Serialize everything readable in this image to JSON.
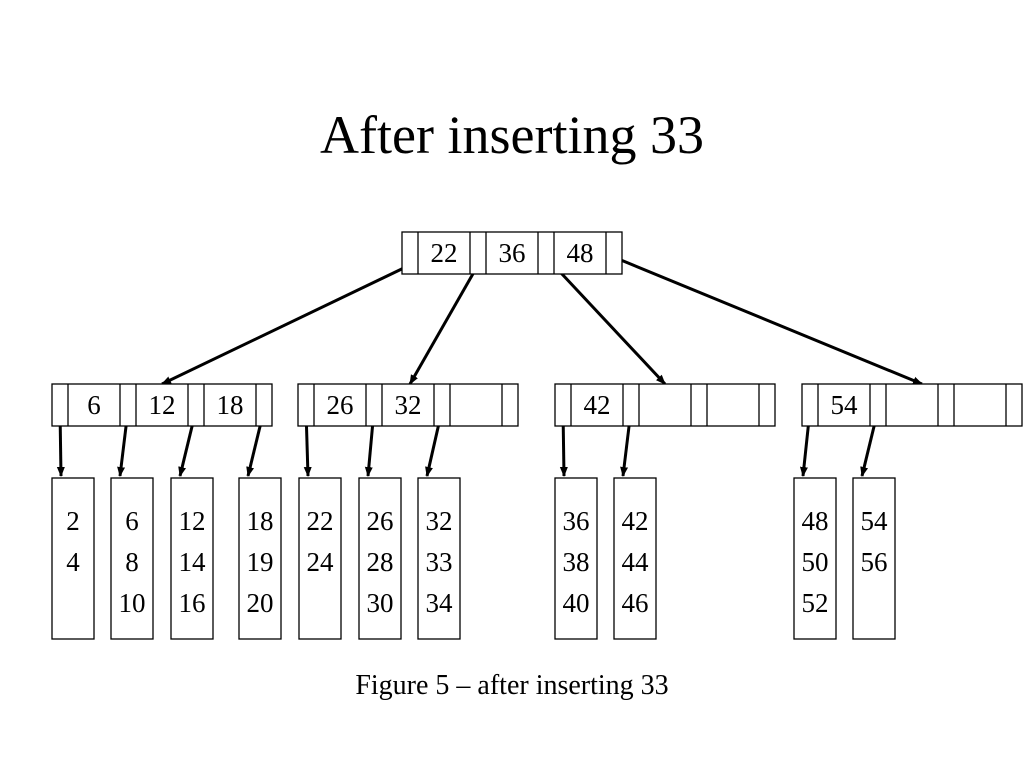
{
  "title": "After inserting 33",
  "caption": "Figure 5 – after inserting 33",
  "tree": {
    "root": {
      "keys": [
        "22",
        "36",
        "48"
      ]
    },
    "internal": [
      {
        "keys": [
          "6",
          "12",
          "18"
        ]
      },
      {
        "keys": [
          "26",
          "32",
          ""
        ]
      },
      {
        "keys": [
          "42",
          "",
          ""
        ]
      },
      {
        "keys": [
          "54",
          "",
          ""
        ]
      }
    ],
    "leaves": [
      [
        "2",
        "4"
      ],
      [
        "6",
        "8",
        "10"
      ],
      [
        "12",
        "14",
        "16"
      ],
      [
        "18",
        "19",
        "20"
      ],
      [
        "22",
        "24"
      ],
      [
        "26",
        "28",
        "30"
      ],
      [
        "32",
        "33",
        "34"
      ],
      [
        "36",
        "38",
        "40"
      ],
      [
        "42",
        "44",
        "46"
      ],
      [
        "48",
        "50",
        "52"
      ],
      [
        "54",
        "56"
      ]
    ]
  }
}
